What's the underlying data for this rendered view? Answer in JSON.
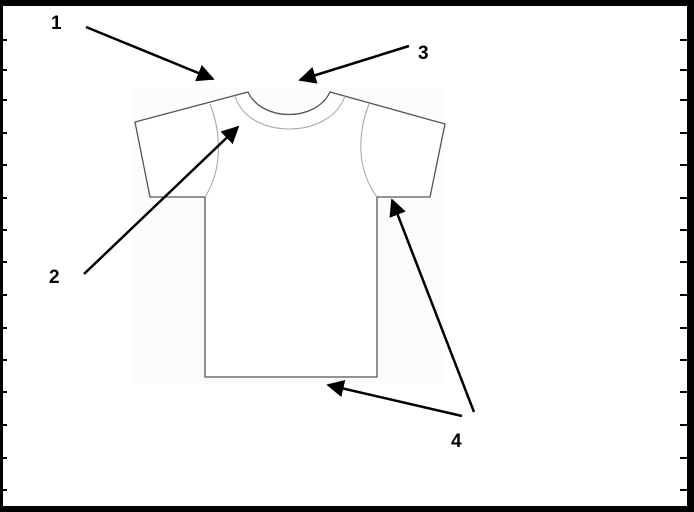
{
  "labels": {
    "one": "1",
    "two": "2",
    "three": "3",
    "four": "4"
  },
  "icons": {
    "figure": "t-shirt-icon"
  },
  "colors": {
    "outline": "#000000",
    "shirt_stroke": "#555555",
    "seam_stroke": "#aaaaaa",
    "background": "#ffffff"
  }
}
